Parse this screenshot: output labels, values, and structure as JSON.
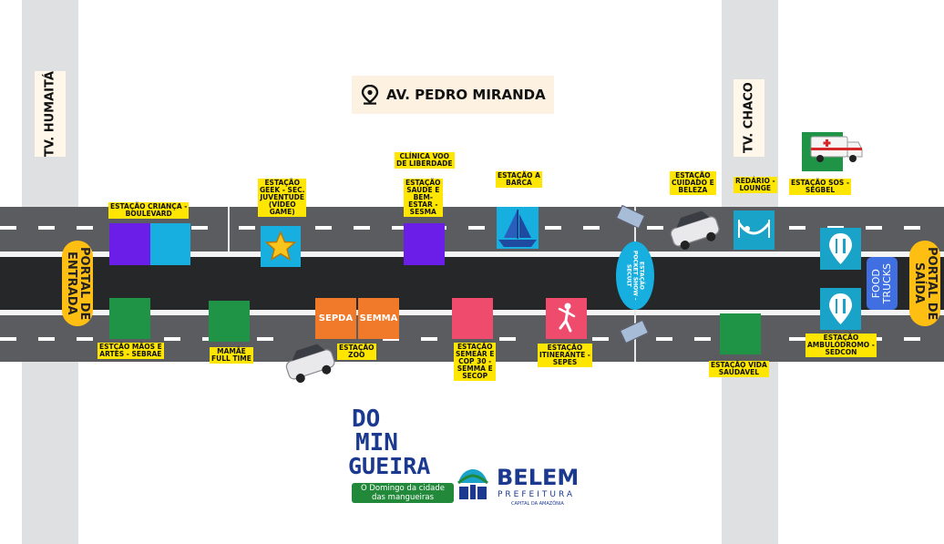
{
  "streets": {
    "left_label": "TV. HUMAITÁ",
    "right_label": "TV. CHACO",
    "main_label": "AV. PEDRO MIRANDA"
  },
  "portals": {
    "entrance": "PORTAL DE\nENTRADA",
    "exit": "PORTAL DE\nSAÍDA"
  },
  "stations_top": [
    {
      "label": "ESTAÇÃO CRIANÇA -\nBOULEVARD"
    },
    {
      "label": "ESTAÇÃO\nGEEK - SEC.\nJUVENTUDE\n(VÍDEO\nGAME)"
    },
    {
      "label": "CLÍNICA VOO\nDE LIBERDADE"
    },
    {
      "label": "ESTAÇÃO\nSAÚDE E\nBEM-\nESTAR -\nSESMA"
    },
    {
      "label": "ESTAÇÃO A\nBARCA"
    },
    {
      "label": "ESTAÇÃO\nCUIDADO E\nBELEZA"
    },
    {
      "label": "REDÁRIO -\nLOUNGE"
    },
    {
      "label": "ESTAÇÃO SOS -\nSEGBEL"
    }
  ],
  "stations_bottom": [
    {
      "label": "ESTÇÃO MÃOS E\nARTES - SEBRAE"
    },
    {
      "label": "MAMÃE\nFULL TIME"
    },
    {
      "label": "ESTAÇÃO\nZOO"
    },
    {
      "label": "ESTAÇÃO\nSEMEAR E\nCOP 30 -\nSEMMA E\nSECOP"
    },
    {
      "label": "ESTAÇÃO\nITINERANTE -\nSEPES"
    },
    {
      "label": "ESTAÇÃO VIDA\nSAUDÁVEL"
    },
    {
      "label": "ESTAÇÃO\nAMBULÓDROMO -\nSEDCON"
    }
  ],
  "boxes": {
    "sepda": "SEPDA",
    "semma": "SEMMA",
    "food_trucks": "FOOD\nTRUCKS",
    "pocket_show": "ESTAÇÃO\nPOCKET SHOW -\nSECULT"
  },
  "colors": {
    "purple": "#6a1ee8",
    "cyan": "#17aee0",
    "green": "#1f9447",
    "orange": "#f07a2a",
    "pink": "#ef4b6c",
    "yellow_tag": "#ffe600",
    "portal": "#ffbf12",
    "food_truck": "#3f6fe0",
    "teal": "#1aa3c8"
  },
  "logo": {
    "event_line1": "DO",
    "event_line2": "MIN",
    "event_line3": "GUEIRA",
    "event_sub": "O Domingo da cidade\ndas mangueiras",
    "city": "BELEM",
    "city_sub": "PREFEITURA",
    "city_tag": "CAPITAL DA AMAZÔNIA"
  }
}
